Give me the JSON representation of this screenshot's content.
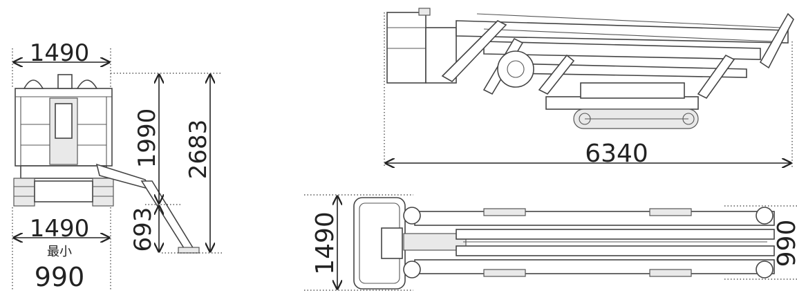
{
  "front_view": {
    "width_top": "1490",
    "height_platform": "1990",
    "height_total": "2683",
    "outrigger_height": "693",
    "width_bottom": "1490",
    "min_label": "最小",
    "min_width": "990"
  },
  "side_view": {
    "length": "6340"
  },
  "top_view": {
    "width": "1490",
    "min_width_cut": "990"
  }
}
